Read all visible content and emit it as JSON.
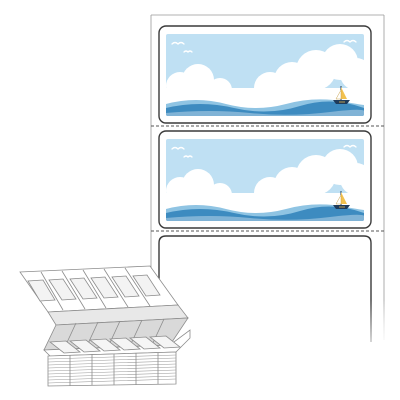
{
  "product": {
    "kind": "fanfold label sheet",
    "labels_shown": 3,
    "printed_labels": 2,
    "blank_labels": 1
  },
  "colors": {
    "sky": "#bfe0f3",
    "cloud": "#ffffff",
    "wave_dark": "#3d8bc0",
    "wave_light": "#8fc4e3",
    "boat_hull": "#1f3b5a",
    "boat_sail": "#f2c14e",
    "label_border": "#3a3a3a",
    "perforation": "#555555",
    "sheet_line": "#999999"
  },
  "icons": {
    "bird": "bird-icon",
    "boat": "sailboat-icon",
    "cloud": "cloud-icon"
  }
}
